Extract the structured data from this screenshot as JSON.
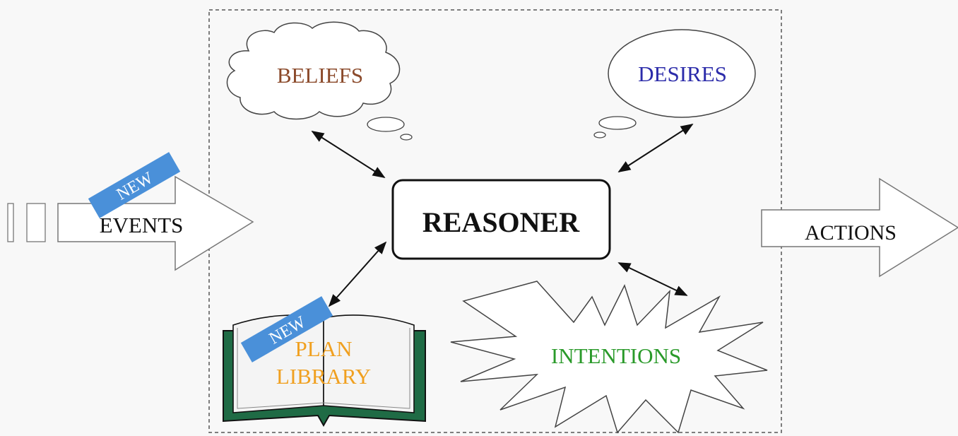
{
  "diagram": {
    "reasoner_label": "REASONER",
    "beliefs_label": "BELIEFS",
    "desires_label": "DESIRES",
    "events_label": "EVENTS",
    "actions_label": "ACTIONS",
    "plan_library_line1": "PLAN",
    "plan_library_line2": "LIBRARY",
    "intentions_label": "INTENTIONS",
    "new_badge_events": "NEW",
    "new_badge_plan_library": "NEW"
  },
  "colors": {
    "beliefs": "#8b4a2b",
    "desires": "#2c2caa",
    "plan_library_text": "#f0a020",
    "intentions": "#2a9a2a",
    "book_cover": "#1f6b45",
    "badge": "#4a90d9"
  },
  "icons": {
    "beliefs": "thought-cloud-icon",
    "desires": "thought-bubble-icon",
    "plan_library": "open-book-icon",
    "intentions": "starburst-icon",
    "events": "block-arrow-right-icon",
    "actions": "block-arrow-right-icon"
  }
}
